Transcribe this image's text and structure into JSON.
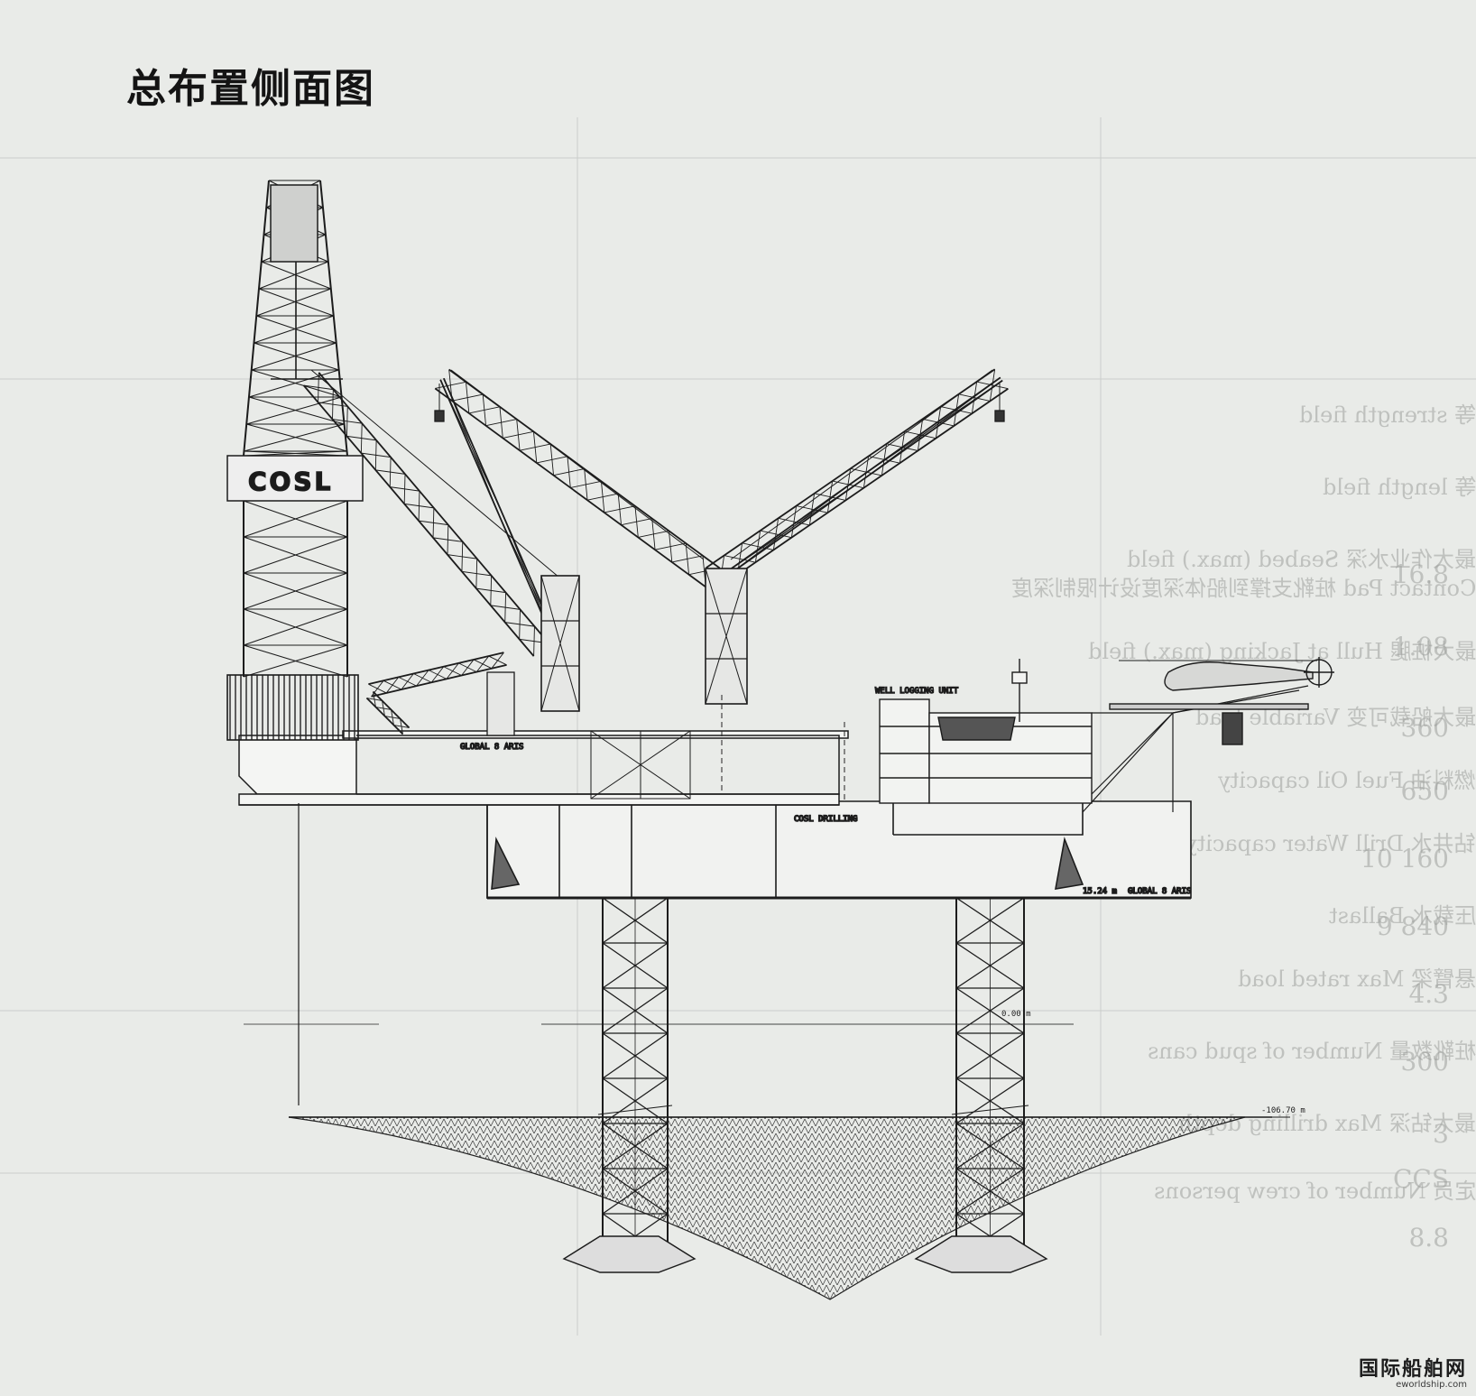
{
  "title": "总布置侧面图",
  "bg_table_rows": [
    "等 strength field",
    "等 length field",
    "最大作业水深 Seabed (max.) field",
    "Contact Pad 桩靴支撑到船体深度设计限制深度",
    "最大桩腿 Hull at Jacking (max.) field",
    "最大船载可变 Variable load",
    "燃料油 Fuel Oil capacity",
    "钻井水 Drill Water capacity",
    "压载水 Ballast",
    "悬臂梁 Max rated load",
    "桩靴数量 Number of spud cans",
    "最大钻深 Max drilling depth",
    "定员 Number of crew persons"
  ],
  "bg_numbers": [
    "16.8",
    "1.08",
    "360",
    "650",
    "10 160",
    "9 840",
    "4.3",
    "300",
    "3",
    "CCS",
    "8.8"
  ],
  "drawing": {
    "cosl_label": "COSL",
    "well_logging_label": "WELL LOGGING UNIT",
    "global_label_1": "GLOBAL 8 ARIS",
    "global_label_2": "GLOBAL 8 ARIS",
    "deck_elevation": "15.24 m",
    "waterline_elevation": "0.00 m",
    "seabed_elevation": "-106.70 m",
    "hull_name": "COSL DRILLING"
  },
  "logo": {
    "main": "国际船舶网",
    "sub": "eworldship.com"
  },
  "colors": {
    "paper": "#e9ebe8",
    "line": "#1c1c1c",
    "ghost": "#9da09d"
  }
}
